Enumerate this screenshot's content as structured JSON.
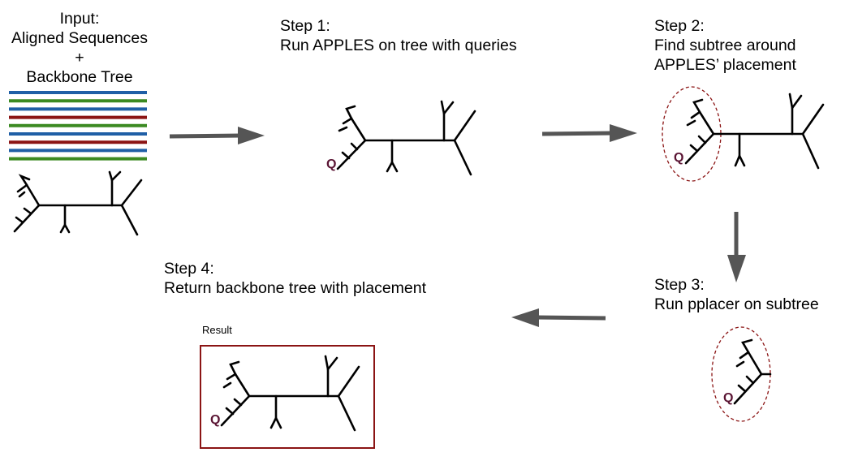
{
  "input": {
    "lines": [
      "Input:",
      "Aligned Sequences",
      "+",
      "Backbone Tree"
    ]
  },
  "steps": [
    {
      "id": "step1",
      "lines": [
        "Step 1:",
        "Run APPLES on tree with queries"
      ]
    },
    {
      "id": "step2",
      "lines": [
        "Step 2:",
        "Find subtree around",
        "APPLES’ placement"
      ]
    },
    {
      "id": "step3",
      "lines": [
        "Step 3:",
        "Run pplacer on subtree"
      ]
    },
    {
      "id": "step4",
      "lines": [
        "Step 4:",
        "Return backbone tree with placement"
      ]
    }
  ],
  "result_caption": "Result",
  "query_label": "Q",
  "sequence_colors": [
    "#1f5fa6",
    "#3b8a22",
    "#1f5fa6",
    "#8b1414",
    "#3b8a22",
    "#1f5fa6",
    "#8b1414",
    "#1f5fa6",
    "#3b8a22"
  ],
  "colors": {
    "arrow": "#555555",
    "highlight": "#8b1414",
    "query_text": "#5a1433"
  }
}
